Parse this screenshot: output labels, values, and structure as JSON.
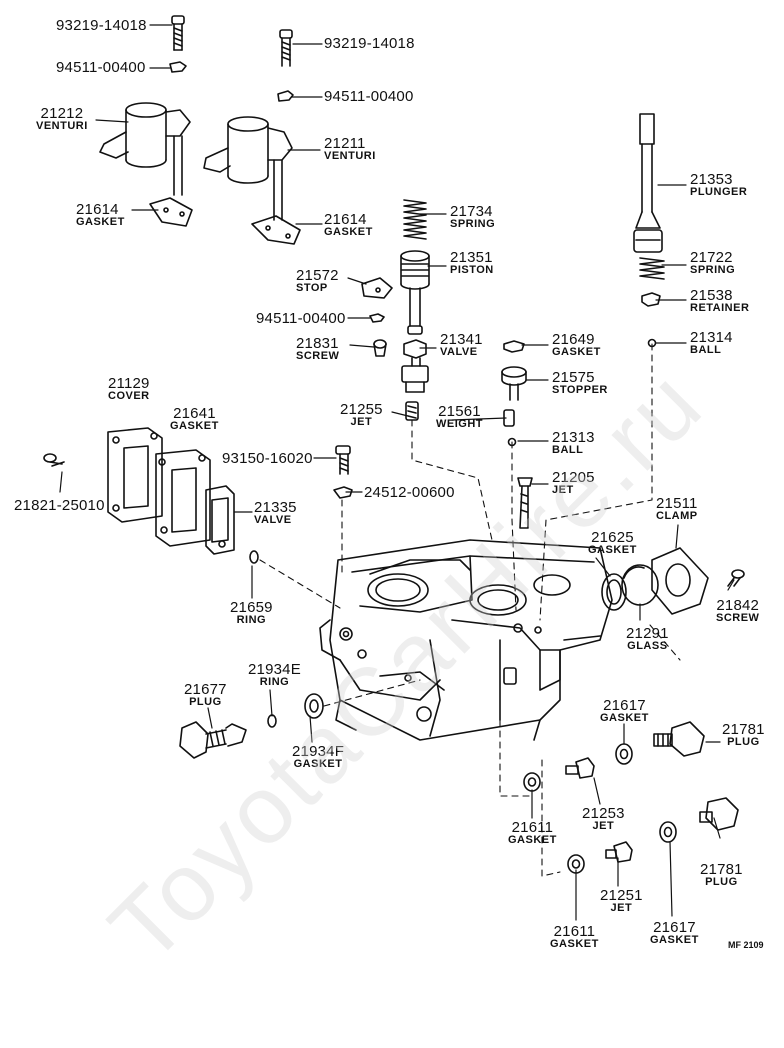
{
  "watermark": "ToyotaCarHire.ru",
  "figure_code": "MF 2109",
  "labels": {
    "p93219_a": {
      "num": "93219-14018"
    },
    "p94511_a": {
      "num": "94511-00400"
    },
    "p93219_b": {
      "num": "93219-14018"
    },
    "p94511_b": {
      "num": "94511-00400"
    },
    "p21212": {
      "num": "21212",
      "name": "VENTURI"
    },
    "p21211": {
      "num": "21211",
      "name": "VENTURI"
    },
    "p21614_a": {
      "num": "21614",
      "name": "GASKET"
    },
    "p21614_b": {
      "num": "21614",
      "name": "GASKET"
    },
    "p21353": {
      "num": "21353",
      "name": "PLUNGER"
    },
    "p21734": {
      "num": "21734",
      "name": "SPRING"
    },
    "p21351": {
      "num": "21351",
      "name": "PISTON"
    },
    "p21572": {
      "num": "21572",
      "name": "STOP"
    },
    "p21722": {
      "num": "21722",
      "name": "SPRING"
    },
    "p21538": {
      "num": "21538",
      "name": "RETAINER"
    },
    "p94511_c": {
      "num": "94511-00400"
    },
    "p21314": {
      "num": "21314",
      "name": "BALL"
    },
    "p21831": {
      "num": "21831",
      "name": "SCREW"
    },
    "p21341": {
      "num": "21341",
      "name": "VALVE"
    },
    "p21649": {
      "num": "21649",
      "name": "GASKET"
    },
    "p21575": {
      "num": "21575",
      "name": "STOPPER"
    },
    "p21129": {
      "num": "21129",
      "name": "COVER"
    },
    "p21641": {
      "num": "21641",
      "name": "GASKET"
    },
    "p21255": {
      "num": "21255",
      "name": "JET"
    },
    "p21561": {
      "num": "21561",
      "name": "WEIGHT"
    },
    "p21313": {
      "num": "21313",
      "name": "BALL"
    },
    "p93150": {
      "num": "93150-16020"
    },
    "p21205": {
      "num": "21205",
      "name": "JET"
    },
    "p24512": {
      "num": "24512-00600"
    },
    "p21821": {
      "num": "21821-25010"
    },
    "p21335": {
      "num": "21335",
      "name": "VALVE"
    },
    "p21511": {
      "num": "21511",
      "name": "CLAMP"
    },
    "p21625": {
      "num": "21625",
      "name": "GASKET"
    },
    "p21842": {
      "num": "21842",
      "name": "SCREW"
    },
    "p21659": {
      "num": "21659",
      "name": "RING"
    },
    "p21291": {
      "num": "21291",
      "name": "GLASS"
    },
    "p21934E": {
      "num": "21934E",
      "name": "RING"
    },
    "p21677": {
      "num": "21677",
      "name": "PLUG"
    },
    "p21934F": {
      "num": "21934F",
      "name": "GASKET"
    },
    "p21617_a": {
      "num": "21617",
      "name": "GASKET"
    },
    "p21781_a": {
      "num": "21781",
      "name": "PLUG"
    },
    "p21253": {
      "num": "21253",
      "name": "JET"
    },
    "p21611_a": {
      "num": "21611",
      "name": "GASKET"
    },
    "p21781_b": {
      "num": "21781",
      "name": "PLUG"
    },
    "p21251": {
      "num": "21251",
      "name": "JET"
    },
    "p21611_b": {
      "num": "21611",
      "name": "GASKET"
    },
    "p21617_b": {
      "num": "21617",
      "name": "GASKET"
    }
  }
}
